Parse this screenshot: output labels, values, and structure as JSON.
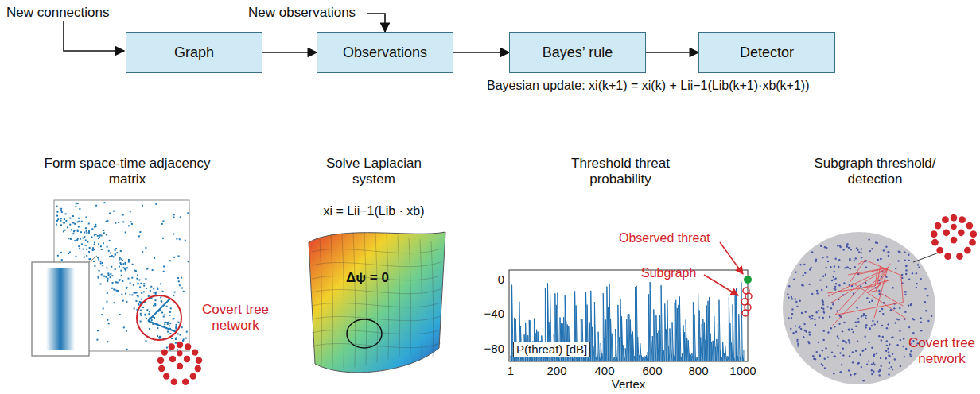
{
  "diagram": {
    "nodes": [
      {
        "text": [
          "Graph"
        ]
      },
      {
        "text": [
          "Observations"
        ]
      },
      {
        "text": [
          "Bayes’ rule"
        ]
      },
      {
        "text": [
          "Detector"
        ]
      }
    ],
    "edges": [
      {
        "from": 0,
        "to": 1,
        "arrow": "to"
      },
      {
        "from": 1,
        "to": 2,
        "arrow": "to"
      },
      {
        "from": 2,
        "to": 3,
        "arrow": "to"
      }
    ],
    "labels": [
      "New connections",
      "New observations",
      "Bayesian update: xi(k+1) = xi(k) + Lii−1(Lib(k+1)·xb(k+1))",
      "Form space-time adjacency matrix",
      "Covert tree network",
      "Solve Laplacian system",
      "xi = Lii−1(Lib · xb)",
      "Δψ = 0",
      "Threshold threat probability",
      "Observed threat",
      "Subgraph",
      "0",
      "−40",
      "−80",
      "P(threat) [dB]",
      "1",
      "200",
      "400",
      "600",
      "800",
      "1000",
      "Vertex",
      "Subgraph threshold/ detection",
      "Covert tree network"
    ]
  }
}
